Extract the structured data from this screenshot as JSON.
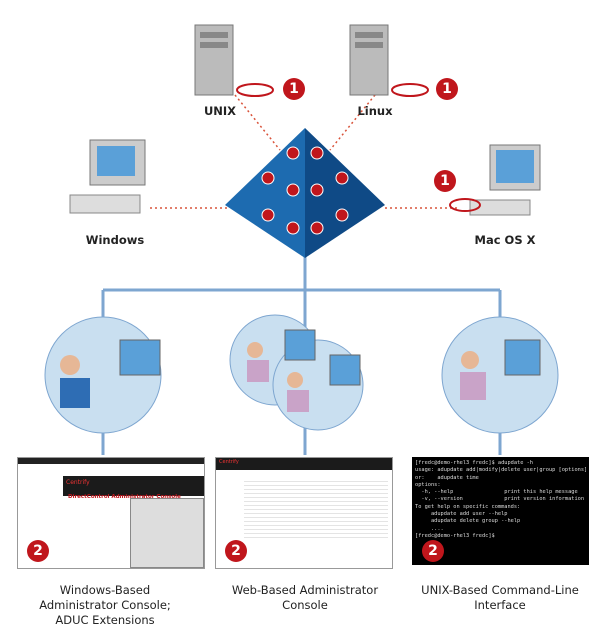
{
  "nodes": {
    "unix": "UNIX",
    "linux": "Linux",
    "windows": "Windows",
    "mac": "Mac OS X"
  },
  "captions": {
    "windows_console": [
      "Windows-Based",
      "Administrator Console;",
      "ADUC Extensions"
    ],
    "web_console": [
      "Web-Based Administrator",
      "Console"
    ],
    "cli": [
      "UNIX-Based Command-Line",
      "Interface"
    ]
  },
  "badges": {
    "agent": "1",
    "console": "2"
  },
  "windows_console_screen": {
    "brand": "Centrify",
    "title": "DirectControl Administrator Console"
  },
  "web_console_screen": {
    "brand": "Centrify"
  },
  "terminal_lines": [
    "[fredc@demo-rhel3 fredc]$ adupdate -h",
    "usage: adupdate add|modify|delete user|group [options]",
    "or:    adupdate time",
    "options:",
    "  -h, --help                print this help message",
    "  -v, --version             print version information",
    "To get help on specific commands:",
    "     adupdate add user --help",
    "     adupdate delete group --help",
    "     ....",
    "[fredc@demo-rhel3 fredc]$ "
  ],
  "colors": {
    "accent": "#c0161c",
    "pyramid": "#1a5a9c",
    "bus": "#7ea6d0"
  }
}
